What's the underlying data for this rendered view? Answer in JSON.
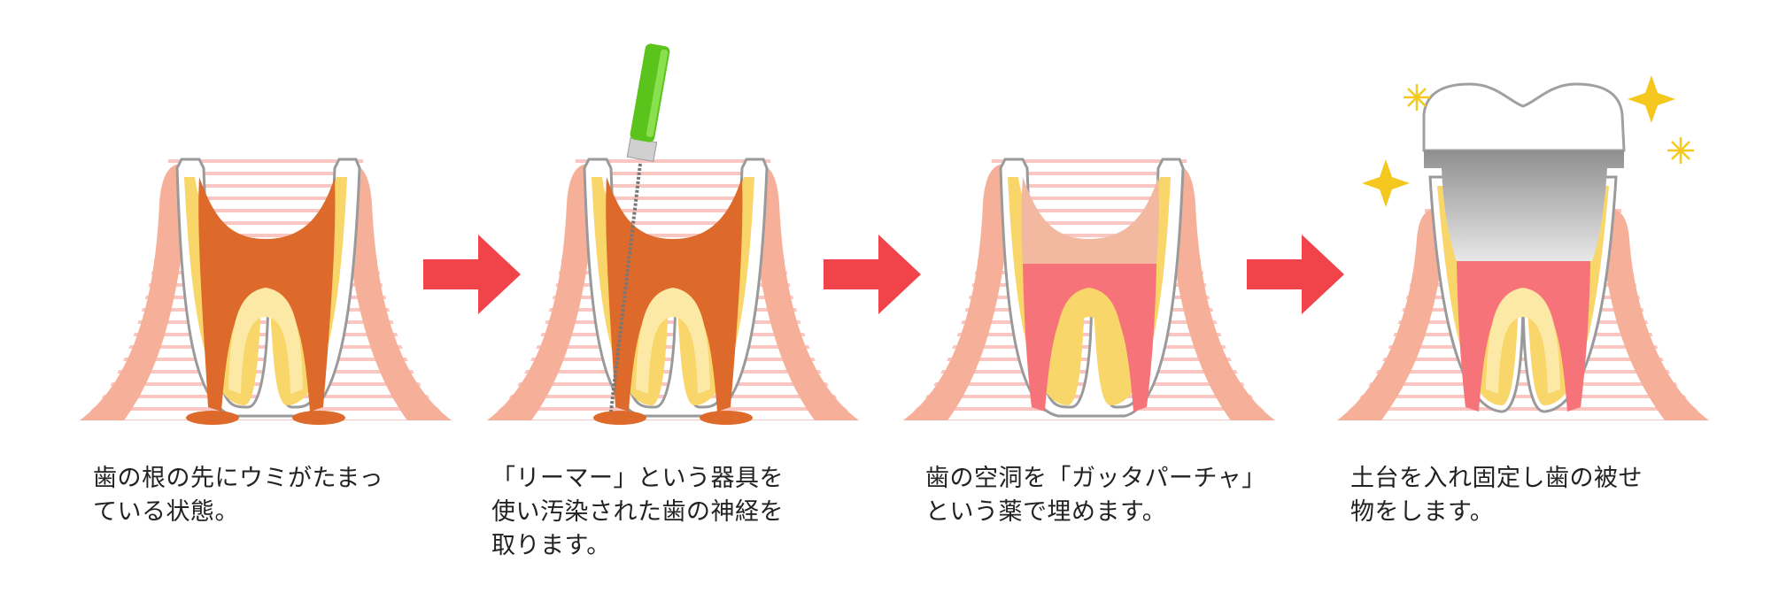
{
  "colors": {
    "gum": "#f6b09a",
    "gum_light": "#fcd6c8",
    "gum_stripe": "#f9c6c2",
    "enamel_outline": "#9a9a9a",
    "dentin": "#f9d66a",
    "dentin_light": "#fde9a6",
    "infection": "#dd6a2a",
    "pulp_red": "#f6737a",
    "filling_top": "#f2b8a0",
    "crown_metal": "#a8a8a8",
    "instrument_handle": "#5bc41c",
    "arrow": "#f0444a",
    "sparkle": "#f4c81e"
  },
  "steps": [
    {
      "id": 1,
      "caption": "歯の根の先にウミがたまっ\nている状態。"
    },
    {
      "id": 2,
      "caption": "「リーマー」という器具を\n使い汚染された歯の神経を\n取ります。"
    },
    {
      "id": 3,
      "caption": "歯の空洞を「ガッタパーチャ」\nという薬で埋めます。"
    },
    {
      "id": 4,
      "caption": "土台を入れ固定し歯の被せ\n物をします。"
    }
  ],
  "icons": [
    "arrow-right-icon",
    "sparkle-icon",
    "reamer-instrument-icon"
  ]
}
